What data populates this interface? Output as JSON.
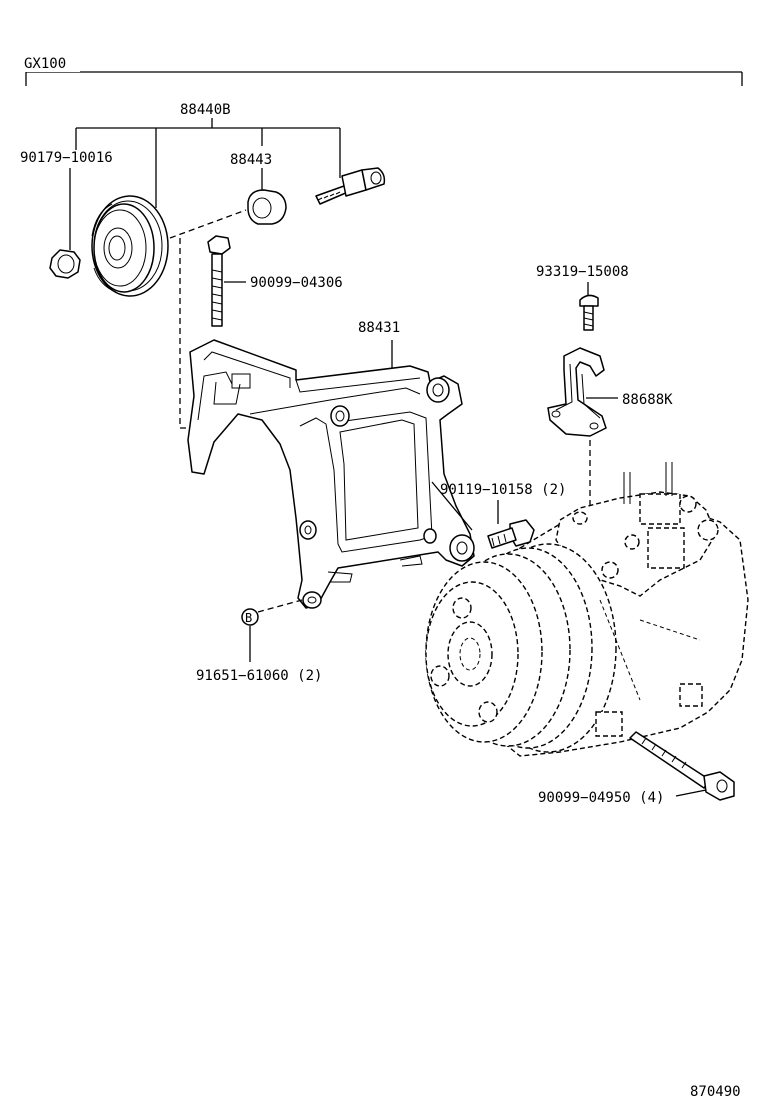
{
  "model_label": "GX100",
  "diagram_id": "870490",
  "parts": {
    "p88440B": "88440B",
    "p90179": "90179−10016",
    "p88443": "88443",
    "p90099_04306": "90099−04306",
    "p93319": "93319−15008",
    "p88431": "88431",
    "p88688K": "88688K",
    "p90119": "90119−10158 (2)",
    "p91651": "91651−61060 (2)",
    "p90099_04950": "90099−04950 (4)"
  },
  "callout_marker": "B"
}
